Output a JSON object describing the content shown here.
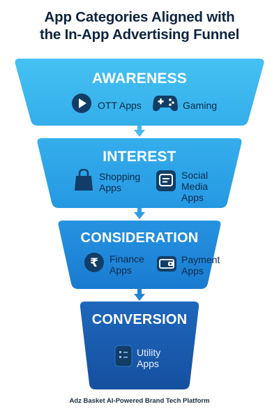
{
  "title": {
    "line1": "App Categories Aligned with",
    "line2": "the In-App Advertising Funnel"
  },
  "stages": [
    {
      "name": "AWARENESS",
      "color": "#3cb7ef",
      "items": [
        {
          "icon": "play-icon",
          "label": "OTT Apps"
        },
        {
          "icon": "gamepad-icon",
          "label": "Gaming"
        }
      ]
    },
    {
      "name": "INTEREST",
      "color": "#2aa3e8",
      "items": [
        {
          "icon": "shopping-bag-icon",
          "label": "Shopping\nApps"
        },
        {
          "icon": "chat-icon",
          "label": "Social\nMedia\nApps"
        }
      ]
    },
    {
      "name": "CONSIDERATION",
      "color": "#1f89d8",
      "items": [
        {
          "icon": "rupee-icon",
          "label": "Finance\nApps"
        },
        {
          "icon": "wallet-icon",
          "label": "Payment\nApps"
        }
      ]
    },
    {
      "name": "CONVERSION",
      "color": "#1b5fb4",
      "items": [
        {
          "icon": "utility-icon",
          "label": "Utility\nApps"
        }
      ]
    }
  ],
  "footer": "Adz Basket AI-Powered Brand Tech Platform"
}
